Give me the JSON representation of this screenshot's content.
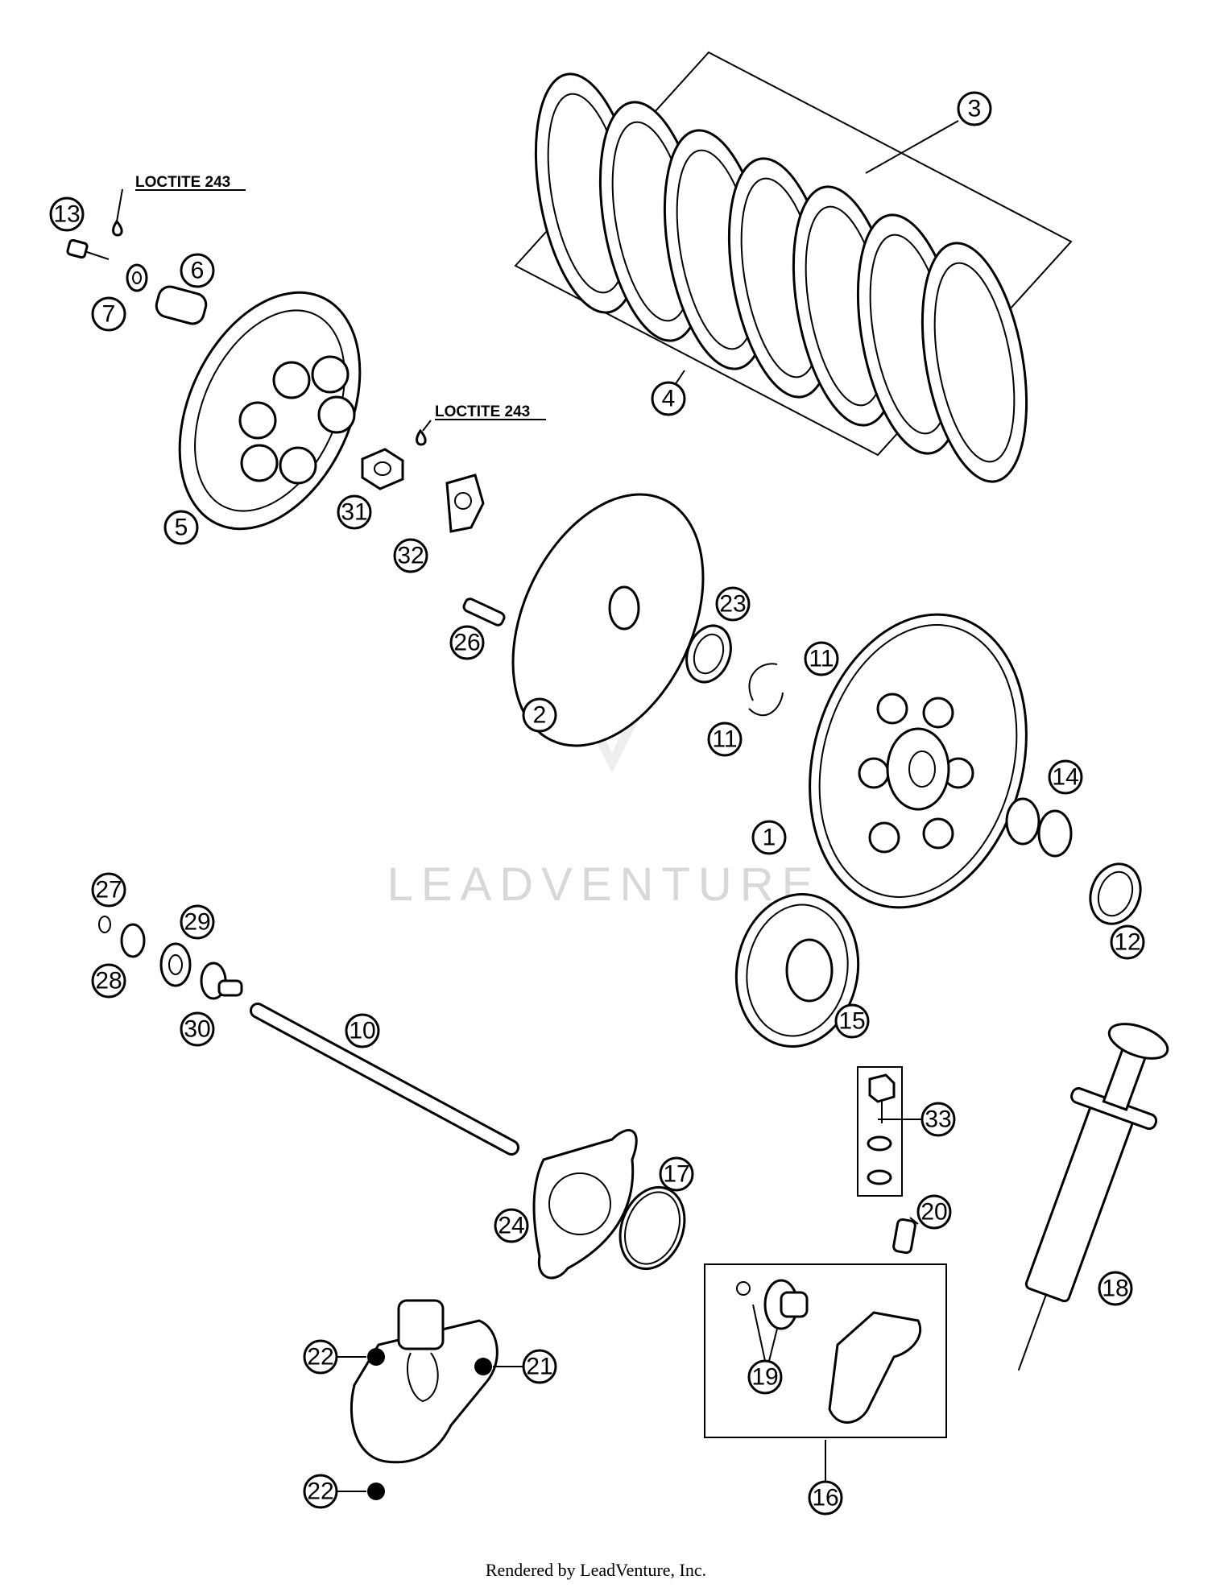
{
  "diagram": {
    "callouts": [
      {
        "id": "c1",
        "label": "1"
      },
      {
        "id": "c2",
        "label": "2"
      },
      {
        "id": "c3",
        "label": "3"
      },
      {
        "id": "c4",
        "label": "4"
      },
      {
        "id": "c5",
        "label": "5"
      },
      {
        "id": "c6",
        "label": "6"
      },
      {
        "id": "c7",
        "label": "7"
      },
      {
        "id": "c10",
        "label": "10"
      },
      {
        "id": "c11a",
        "label": "11"
      },
      {
        "id": "c11b",
        "label": "11"
      },
      {
        "id": "c12",
        "label": "12"
      },
      {
        "id": "c13",
        "label": "13"
      },
      {
        "id": "c14",
        "label": "14"
      },
      {
        "id": "c15",
        "label": "15"
      },
      {
        "id": "c16",
        "label": "16"
      },
      {
        "id": "c17",
        "label": "17"
      },
      {
        "id": "c18",
        "label": "18"
      },
      {
        "id": "c19",
        "label": "19"
      },
      {
        "id": "c20",
        "label": "20"
      },
      {
        "id": "c21",
        "label": "21"
      },
      {
        "id": "c22a",
        "label": "22"
      },
      {
        "id": "c22b",
        "label": "22"
      },
      {
        "id": "c23",
        "label": "23"
      },
      {
        "id": "c24",
        "label": "24"
      },
      {
        "id": "c26",
        "label": "26"
      },
      {
        "id": "c27",
        "label": "27"
      },
      {
        "id": "c28",
        "label": "28"
      },
      {
        "id": "c29",
        "label": "29"
      },
      {
        "id": "c30",
        "label": "30"
      },
      {
        "id": "c31",
        "label": "31"
      },
      {
        "id": "c32",
        "label": "32"
      },
      {
        "id": "c33",
        "label": "33"
      }
    ],
    "notes": [
      {
        "id": "n1",
        "text": "LOCTITE 243"
      },
      {
        "id": "n2",
        "text": "LOCTITE 243"
      }
    ],
    "watermark": "LEADVENTURE",
    "footer": "Rendered by LeadVenture, Inc."
  }
}
